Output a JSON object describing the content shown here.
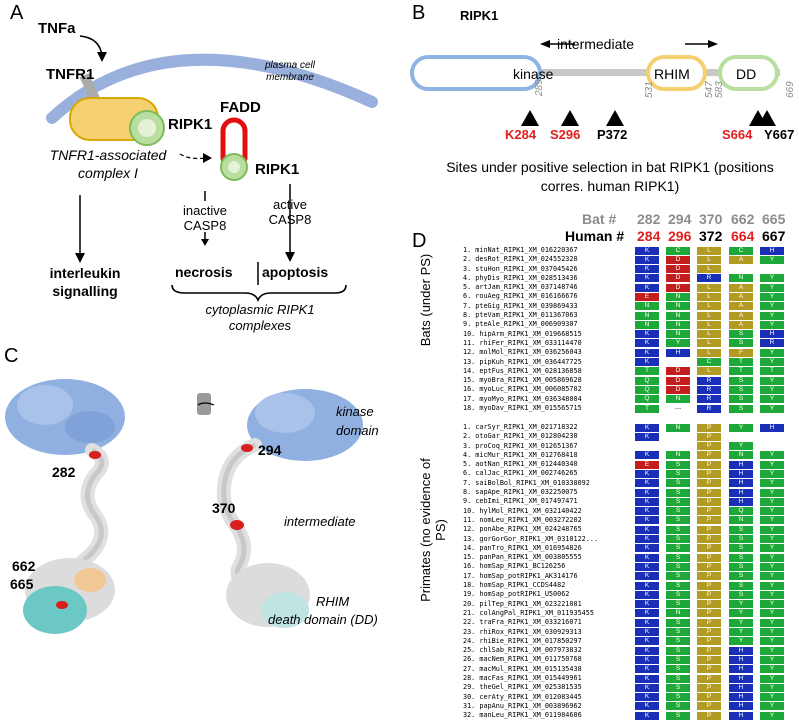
{
  "colors": {
    "blue": "#1a2fb8",
    "green": "#1ea83a",
    "olive": "#b39a22",
    "red": "#c41d1d",
    "kinase": "#8fb4e3",
    "rhim": "#f5d070",
    "dd": "#b9dfa0",
    "membrane": "#9ab0dc",
    "red_text": "#e02020",
    "gray_text": "#8c8c8c"
  },
  "panelA": {
    "label": "A",
    "tnfa": "TNFa",
    "tnfr1": "TNFR1",
    "plasma": "plasma cell membrane",
    "ripk1_a": "RIPK1",
    "complex": "TNFR1-associated complex I",
    "fadd": "FADD",
    "ripk1_b": "RIPK1",
    "inactive": "inactive CASP8",
    "active": "active CASP8",
    "interleukin": "interleukin signalling",
    "necrosis": "necrosis",
    "apoptosis": "apoptosis",
    "cyto": "cytoplasmic RIPK1 complexes"
  },
  "panelB": {
    "label": "B",
    "title": "RIPK1",
    "intermediate": "intermediate",
    "kinase": "kinase",
    "rhim": "RHIM",
    "dd": "DD",
    "positions": [
      "289",
      "531",
      "547",
      "583",
      "669"
    ],
    "sites": [
      {
        "label": "K284",
        "red": true
      },
      {
        "label": "S296",
        "red": true
      },
      {
        "label": "P372",
        "red": false
      },
      {
        "label": "S664",
        "red": true
      },
      {
        "label": "Y667",
        "red": false
      }
    ],
    "caption": "Sites under positive selection in bat RIPK1 (positions corres. human RIPK1)"
  },
  "panelC": {
    "label": "C",
    "kinase_domain": "kinase domain",
    "intermediate": "intermediate",
    "rhim": "RHIM",
    "dd": "death domain (DD)",
    "sites": [
      "282",
      "294",
      "370",
      "662",
      "665"
    ]
  },
  "panelD": {
    "label": "D",
    "bat_prefix": "Bat #",
    "bat_nums": [
      "282",
      "294",
      "370",
      "662",
      "665"
    ],
    "human_prefix": "Human #",
    "human_nums": [
      "284",
      "296",
      "372",
      "664",
      "667"
    ],
    "group_bats": "Bats (under PS)",
    "group_primates": "Primates (no evidence of PS)",
    "bats": [
      {
        "name": "1. minNat_RIPK1_XM_016220367",
        "res": [
          "K",
          "C",
          "L",
          "C",
          "H"
        ]
      },
      {
        "name": "2. desRot_RIPK1_XM_024552320",
        "res": [
          "K",
          "D",
          "L",
          "A",
          "Y"
        ]
      },
      {
        "name": "3. stuHon_RIPK1_XM_037045426",
        "res": [
          "K",
          "D",
          "L",
          "",
          ""
        ]
      },
      {
        "name": "4. phyDis_RIPK1_XM_028513436",
        "res": [
          "K",
          "D",
          "R",
          "N",
          "Y"
        ]
      },
      {
        "name": "5. artJam_RIPK1_XM_037148746",
        "res": [
          "K",
          "D",
          "L",
          "A",
          "Y"
        ]
      },
      {
        "name": "6. rouAeg_RIPK1_XM_016166676",
        "res": [
          "E",
          "N",
          "L",
          "A",
          "Y"
        ]
      },
      {
        "name": "7. pteGig_RIPK1_XM_039869433",
        "res": [
          "N",
          "N",
          "L",
          "A",
          "Y"
        ]
      },
      {
        "name": "8. pteVam_RIPK1_XM_011367063",
        "res": [
          "N",
          "N",
          "L",
          "A",
          "Y"
        ]
      },
      {
        "name": "9. pteAle_RIPK1_XM_006909307",
        "res": [
          "N",
          "N",
          "L",
          "A",
          "Y"
        ]
      },
      {
        "name": "10. hipArm_RIPK1_XM_019668515",
        "res": [
          "K",
          "N",
          "L",
          "S",
          "H"
        ]
      },
      {
        "name": "11. rhiFer_RIPK1_XM_033114470",
        "res": [
          "K",
          "Y",
          "L",
          "S",
          "R"
        ]
      },
      {
        "name": "12. molMol_RIPK1_XM_036256043",
        "res": [
          "K",
          "H",
          "L",
          "F",
          "Y"
        ]
      },
      {
        "name": "13. pipKuh_RIPK1_XM_036447725",
        "res": [
          "K",
          "",
          "C",
          "T",
          "Y"
        ]
      },
      {
        "name": "14. eptFus_RIPK1_XM_028136858",
        "res": [
          "T",
          "D",
          "L",
          "T",
          "T"
        ]
      },
      {
        "name": "15. myoBra_RIPK1_XM_005869628",
        "res": [
          "Q",
          "D",
          "R",
          "S",
          "Y"
        ]
      },
      {
        "name": "16. myoLuc_RIPK1_XM_006085702",
        "res": [
          "Q",
          "D",
          "R",
          "S",
          "Y"
        ]
      },
      {
        "name": "17. myoMyo_RIPK1_XM_036348004",
        "res": [
          "Q",
          "N",
          "R",
          "S",
          "Y"
        ]
      },
      {
        "name": "18. myoDav_RIPK1_XM_015565715",
        "res": [
          "T",
          "---",
          "R",
          "S",
          "Y"
        ]
      }
    ],
    "primates": [
      {
        "name": "1. carSyr_RIPK1_XM_021718322",
        "res": [
          "K",
          "N",
          "P",
          "Y",
          "H"
        ]
      },
      {
        "name": "2. otoGar_RIPK1_XM_012804230",
        "res": [
          "K",
          "",
          "P",
          "",
          ""
        ]
      },
      {
        "name": "3. proCoq_RIPK1_XM_012651367",
        "res": [
          "",
          "",
          "P",
          "Y",
          ""
        ]
      },
      {
        "name": "4. micMur_RIPK1_XM_012768418",
        "res": [
          "K",
          "N",
          "P",
          "N",
          "Y"
        ]
      },
      {
        "name": "5. aotNan_RIPK1_XM_012440340",
        "res": [
          "E",
          "S",
          "P",
          "H",
          "Y"
        ]
      },
      {
        "name": "6. calJac_RIPK1_XM_002746265",
        "res": [
          "K",
          "S",
          "P",
          "H",
          "Y"
        ]
      },
      {
        "name": "7. saiBolBol_RIPK1_XM_010338092",
        "res": [
          "K",
          "S",
          "P",
          "H",
          "Y"
        ]
      },
      {
        "name": "8. sapApe_RIPK1_XM_032250075",
        "res": [
          "K",
          "S",
          "P",
          "H",
          "Y"
        ]
      },
      {
        "name": "9. cebImi_RIPK1_XM_017497471",
        "res": [
          "K",
          "S",
          "P",
          "H",
          "Y"
        ]
      },
      {
        "name": "10. hylMol_RIPK1_XM_032140422",
        "res": [
          "K",
          "S",
          "P",
          "Q",
          "Y"
        ]
      },
      {
        "name": "11. nomLeu_RIPK1_XM_003272202",
        "res": [
          "K",
          "S",
          "P",
          "N",
          "Y"
        ]
      },
      {
        "name": "12. ponAbe_RIPK1_XM_024248765",
        "res": [
          "K",
          "S",
          "P",
          "S",
          "Y"
        ]
      },
      {
        "name": "13. gorGorGor_RIPK1_XM_0310122...",
        "res": [
          "K",
          "S",
          "P",
          "S",
          "Y"
        ]
      },
      {
        "name": "14. panTro_RIPK1_XM_016954826",
        "res": [
          "K",
          "S",
          "P",
          "S",
          "Y"
        ]
      },
      {
        "name": "15. panPan_RIPK1_XM_003805555",
        "res": [
          "K",
          "S",
          "P",
          "S",
          "Y"
        ]
      },
      {
        "name": "16. homSap_RIPK1_BC126256",
        "res": [
          "K",
          "S",
          "P",
          "S",
          "Y"
        ]
      },
      {
        "name": "17. homSap_potRIPK1_AK314176",
        "res": [
          "K",
          "S",
          "P",
          "S",
          "Y"
        ]
      },
      {
        "name": "18. homSap_RIPK1_CCDS4482",
        "res": [
          "K",
          "S",
          "P",
          "S",
          "Y"
        ]
      },
      {
        "name": "19. homSap_potRIPK1_U50062",
        "res": [
          "K",
          "S",
          "P",
          "S",
          "Y"
        ]
      },
      {
        "name": "20. pilTep_RIPK1_XM_023221081",
        "res": [
          "K",
          "S",
          "P",
          "Y",
          "Y"
        ]
      },
      {
        "name": "21. colAngPal_RIPK1_XM_011935455",
        "res": [
          "K",
          "N",
          "P",
          "Y",
          "Y"
        ]
      },
      {
        "name": "22. traFra_RIPK1_XM_033216071",
        "res": [
          "K",
          "S",
          "P",
          "Y",
          "Y"
        ]
      },
      {
        "name": "23. rhiRox_RIPK1_XM_030929313",
        "res": [
          "K",
          "S",
          "P",
          "Y",
          "Y"
        ]
      },
      {
        "name": "24. rhiBie_RIPK1_XM_017850297",
        "res": [
          "K",
          "S",
          "P",
          "Y",
          "Y"
        ]
      },
      {
        "name": "25. chlSab_RIPK1_XM_007973832",
        "res": [
          "K",
          "S",
          "P",
          "H",
          "Y"
        ]
      },
      {
        "name": "26. macNem_RIPK1_XM_011750768",
        "res": [
          "K",
          "S",
          "P",
          "H",
          "Y"
        ]
      },
      {
        "name": "27. macMul_RIPK1_XM_015135438",
        "res": [
          "K",
          "S",
          "P",
          "H",
          "Y"
        ]
      },
      {
        "name": "28. macFas_RIPK1_XM_015449961",
        "res": [
          "K",
          "S",
          "P",
          "H",
          "Y"
        ]
      },
      {
        "name": "29. theGel_RIPK1_XM_025381535",
        "res": [
          "K",
          "S",
          "P",
          "H",
          "Y"
        ]
      },
      {
        "name": "30. cerAty_RIPK1_XM_012083445",
        "res": [
          "K",
          "S",
          "P",
          "H",
          "Y"
        ]
      },
      {
        "name": "31. papAnu_RIPK1_XM_003896962",
        "res": [
          "K",
          "S",
          "P",
          "H",
          "Y"
        ]
      },
      {
        "name": "32. manLeu_RIPK1_XM_011984606",
        "res": [
          "K",
          "S",
          "P",
          "H",
          "Y"
        ]
      }
    ]
  }
}
